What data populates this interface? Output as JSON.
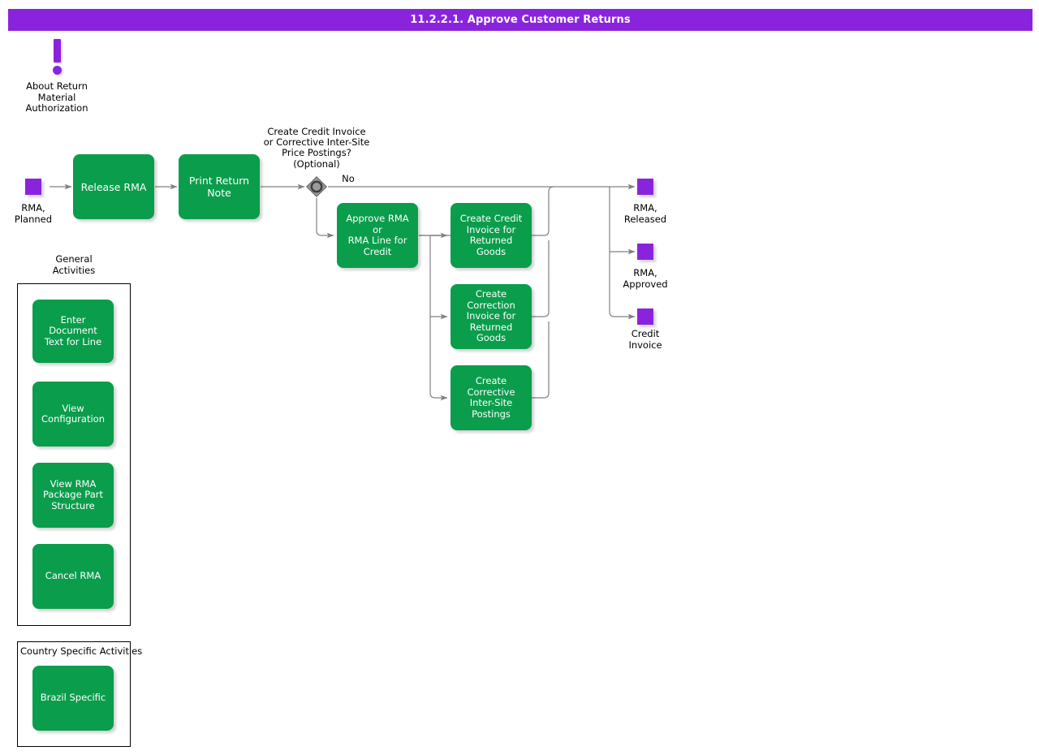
{
  "header": {
    "title": "11.2.2.1. Approve Customer Returns",
    "bar_color": "#8A24DC",
    "text_color": "#FFFFFF"
  },
  "theme": {
    "activity_fill": "#0A9D4C",
    "state_fill": "#8A24DC",
    "gateway_fill": "#999999",
    "gateway_ring": "#444444",
    "connector": "#808080",
    "panel_border": "#000000",
    "page_background": "#FFFFFF"
  },
  "info_marker": {
    "icon": "exclamation-icon",
    "label": "About Return\nMaterial\nAuthorization"
  },
  "start_nodes": [
    {
      "id": "rma-planned",
      "label": "RMA,\nPlanned"
    }
  ],
  "activities": [
    {
      "id": "release-rma",
      "label": "Release RMA"
    },
    {
      "id": "print-return-note",
      "label": "Print Return\nNote"
    },
    {
      "id": "approve-rma-line-credit",
      "label": "Approve RMA or\nRMA Line for\nCredit"
    },
    {
      "id": "create-credit-invoice",
      "label": "Create Credit\nInvoice for\nReturned Goods"
    },
    {
      "id": "create-correction-invoice",
      "label": "Create\nCorrection\nInvoice for\nReturned Goods"
    },
    {
      "id": "create-corrective-postings",
      "label": "Create\nCorrective\nInter-Site\nPostings"
    }
  ],
  "gateway": {
    "id": "credit-invoice-decision",
    "type": "inclusive-or",
    "question": "Create Credit Invoice\nor Corrective Inter-Site\nPrice Postings?\n(Optional)",
    "branch_labels": {
      "no": "No"
    }
  },
  "end_nodes": [
    {
      "id": "rma-released",
      "label": "RMA,\nReleased"
    },
    {
      "id": "rma-approved",
      "label": "RMA,\nApproved"
    },
    {
      "id": "credit-invoice",
      "label": "Credit\nInvoice"
    }
  ],
  "general_activities_panel": {
    "title": "General\nActivities",
    "items": [
      {
        "id": "enter-document-text-for-line",
        "label": "Enter Document\nText for Line"
      },
      {
        "id": "view-configuration",
        "label": "View\nConfiguration"
      },
      {
        "id": "view-rma-package-part-structure",
        "label": "View RMA\nPackage Part\nStructure"
      },
      {
        "id": "cancel-rma",
        "label": "Cancel RMA"
      }
    ]
  },
  "country_specific_panel": {
    "title": "Country Specific Activities",
    "items": [
      {
        "id": "brazil-specific",
        "label": "Brazil Specific"
      }
    ]
  }
}
